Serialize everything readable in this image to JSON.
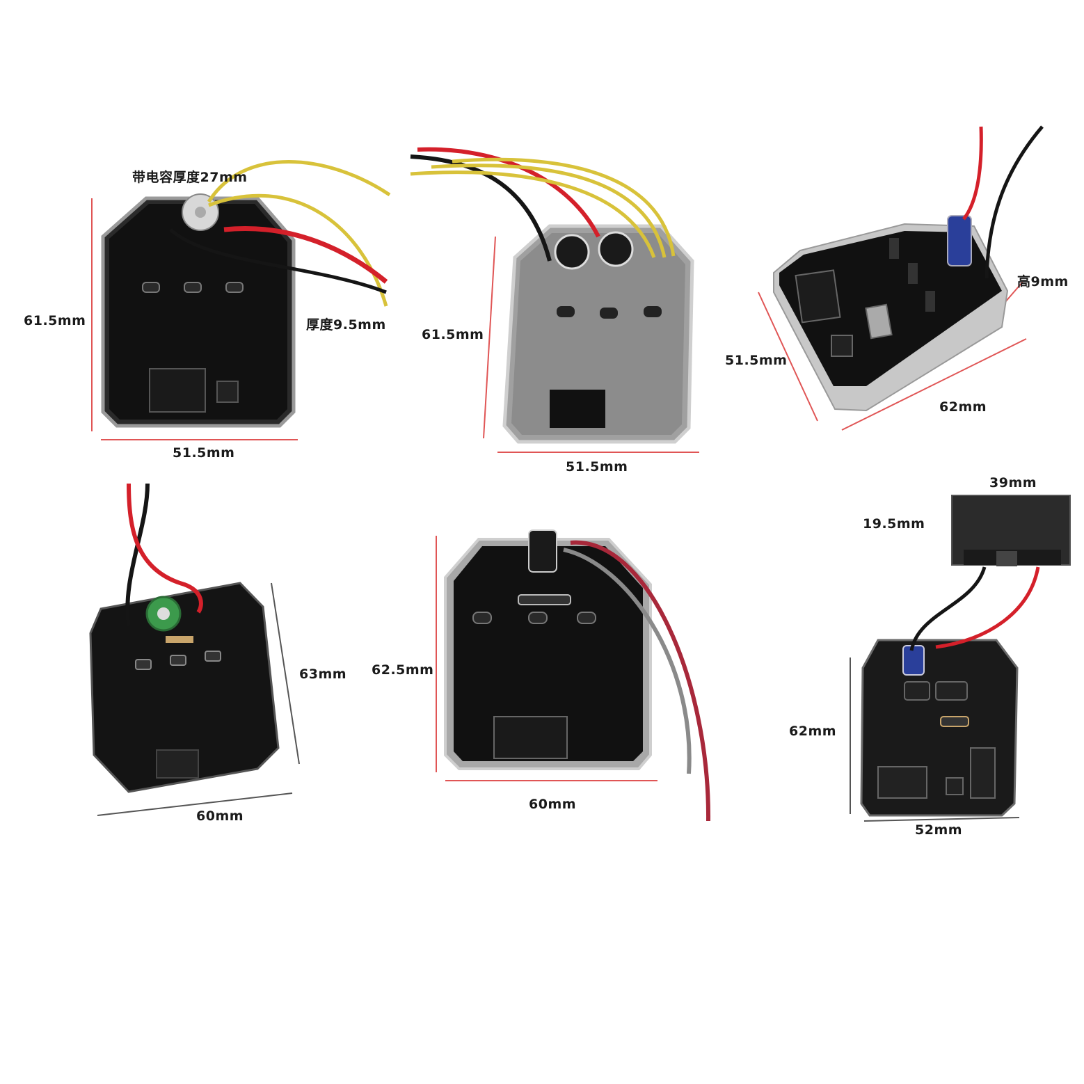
{
  "boards": [
    {
      "id": "board-1",
      "labels": {
        "capacitor_thickness": "带电容厚度27mm",
        "height": "61.5mm",
        "thickness": "厚度9.5mm",
        "width": "51.5mm"
      }
    },
    {
      "id": "board-2",
      "labels": {
        "height": "61.5mm",
        "width": "51.5mm"
      }
    },
    {
      "id": "board-3",
      "labels": {
        "height_tall": "高9mm",
        "depth": "51.5mm",
        "width": "62mm"
      }
    },
    {
      "id": "board-4",
      "labels": {
        "height": "63mm",
        "width": "60mm"
      }
    },
    {
      "id": "board-5",
      "labels": {
        "height": "62.5mm",
        "width": "60mm"
      }
    },
    {
      "id": "board-6",
      "labels": {
        "switch_width": "39mm",
        "switch_height": "19.5mm",
        "height": "62mm",
        "width": "52mm"
      }
    }
  ],
  "colors": {
    "potting_black": "#111111",
    "housing_silver": "#b8b8b8",
    "housing_grey": "#8c8c8c",
    "wire_red": "#d4202a",
    "wire_yellow": "#d8c23a",
    "wire_black": "#151515",
    "wire_grey": "#8a8a8a",
    "wire_darkred": "#a8283a",
    "cap_green": "#3c9a4c",
    "cap_blue": "#2a3f9a"
  }
}
